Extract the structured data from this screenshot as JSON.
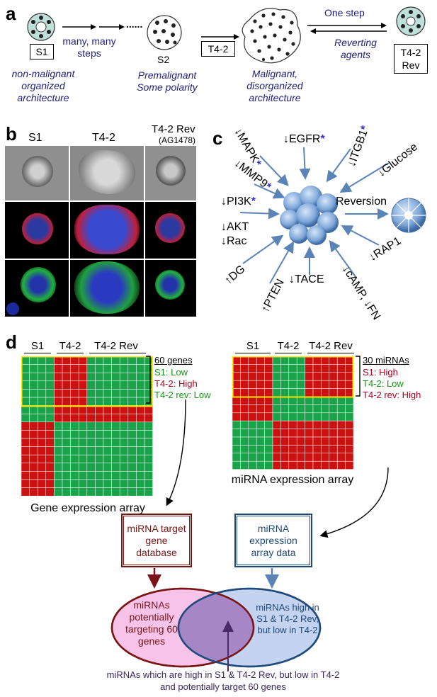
{
  "panel_a": {
    "label": "a",
    "s1_box": "S1",
    "many_steps": "many, many steps",
    "s2": "S2",
    "t42_box": "T4-2",
    "one_step": "One step",
    "reverting_agents": "Reverting agents",
    "t42rev_box": "T4-2 Rev",
    "nonmalignant": "non-malignant organized architecture",
    "premalignant": "Premalignant Some polarity",
    "malignant": "Malignant, disorganized architecture",
    "ellipsis": "......"
  },
  "panel_b": {
    "label": "b",
    "col_s1": "S1",
    "col_t42": "T4-2",
    "col_rev": "T4-2 Rev",
    "col_rev_sub": "(AG1478)"
  },
  "panel_c": {
    "label": "c",
    "mapk": "↓MAPK",
    "egfr": "↓EGFR",
    "itgb1": "↓ITGB1",
    "glucose": "↓Glucose",
    "mmp9": "↓MMP9",
    "pi3k": "↓PI3K",
    "akt": "↓AKT",
    "rac": "↓Rac",
    "dg": "↑DG",
    "pten": "↑PTEN",
    "tace": "↓TACE",
    "camp": "↓cAMP, ↓FN",
    "rap1": "↓RAP1",
    "reversion": "Reversion",
    "star": "*"
  },
  "panel_d": {
    "label": "d",
    "gene_headers": [
      "S1",
      "T4-2",
      "T4-2 Rev"
    ],
    "mirna_headers": [
      "S1",
      "T4-2",
      "T4-2 Rev"
    ],
    "gene_legend": {
      "title": "60 genes",
      "l1": "S1: Low",
      "l2": "T4-2: High",
      "l3": "T4-2 rev: Low"
    },
    "mirna_legend": {
      "title": "30 miRNAs",
      "l1": "S1: High",
      "l2": "T4-2: Low",
      "l3": "T4-2 rev: High"
    },
    "gene_caption": "Gene expression array",
    "mirna_caption": "miRNA expression array",
    "box_db": "miRNA target gene database",
    "box_data": "miRNA expression array data",
    "venn_left": "miRNAs potentially targeting 60 genes",
    "venn_right": "miRNAs high in S1 & T4-2 Rev, but low in T4-2",
    "bottom_note": "miRNAs which are high in S1 & T4-2 Rev, but low in T4-2 and potentially target 60 genes"
  },
  "colors": {
    "heat_red": "#cc1111",
    "heat_green": "#1aa34a",
    "navy": "#1f1f7a",
    "legend_red": "#b0001e",
    "legend_green": "#119911",
    "venn_pink": "#f7c3e9",
    "venn_blue": "#c4d3f0",
    "venn_overlap": "#a686c6",
    "box_red": "#7a1515",
    "box_blue": "#1f4a7a",
    "arrow_blue": "#5a84b8"
  }
}
